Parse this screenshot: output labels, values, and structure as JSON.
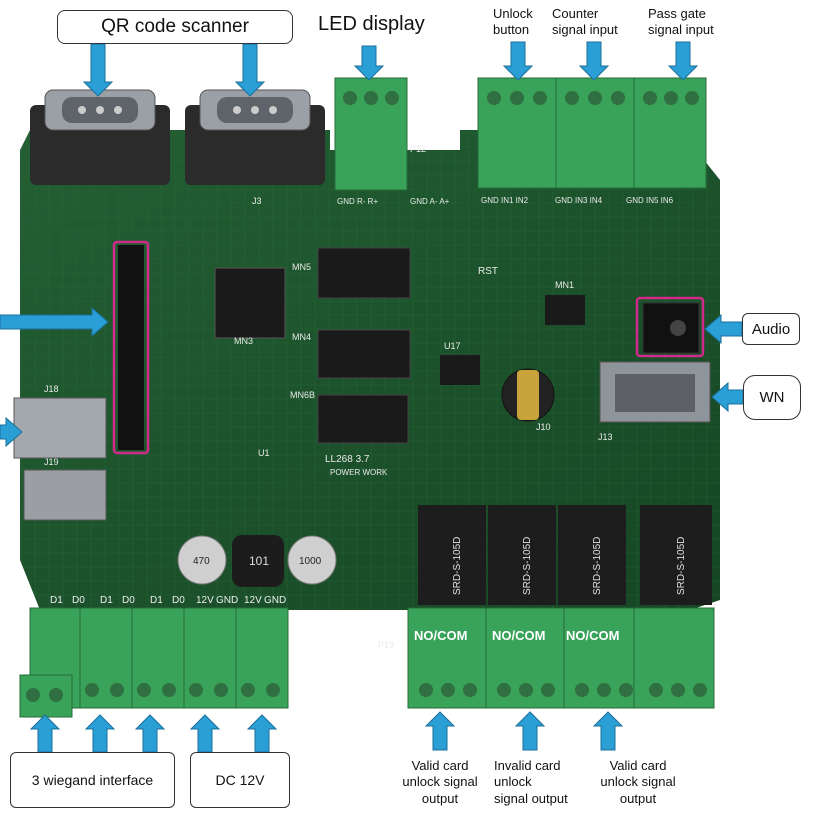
{
  "labels": {
    "qr": "QR code scanner",
    "led": "LED display",
    "unlock_button": "Unlock\nbutton",
    "counter_input": "Counter\nsignal input",
    "pass_gate": "Pass gate\nsignal input",
    "audio": "Audio",
    "wn": "WN",
    "wiegand": "3 wiegand interface",
    "dc12v": "DC 12V",
    "valid_card_1": "Valid card\nunlock signal\noutput",
    "invalid_card": "Invalid card\nunlock\nsignal output",
    "valid_card_2": "Valid card\nunlock signal\noutput"
  },
  "board": {
    "model": "LL268 3.7",
    "power_work": "POWER WORK",
    "relay_contacts": [
      "NO/COM",
      "NO/COM",
      "NO/COM"
    ],
    "relay_part": "SRD-S-105D",
    "terminal_tags": [
      "D1",
      "D0",
      "D1",
      "D0",
      "D1",
      "D0",
      "12V",
      "GND",
      "12V",
      "GND"
    ],
    "input_tags": [
      "GND IN1 IN2",
      "GND IN3 IN4",
      "GND IN5 IN6"
    ],
    "rs485_tags": "GND R- R+",
    "rs485_tags_2": "GND A- A+",
    "rst": "RST",
    "conn_j3": "J3",
    "conn_j13": "J13",
    "conn_p19": "P19",
    "conn_j19": "J19",
    "conn_j18": "J18",
    "conn_j10": "J10",
    "chip_mn5": "MN5",
    "chip_mn4": "MN4",
    "chip_mn1": "MN1",
    "chip_mn3": "MN3",
    "chip_mn6b": "MN6B",
    "chip_u17": "U17",
    "chip_u1": "U1",
    "cap_1": "470",
    "cap_2": "1000",
    "inductor": "101",
    "p12": "P12"
  },
  "colors": {
    "pcb": "#1f5a2e",
    "pcb_dark": "#163f22",
    "terminal": "#3aa35a",
    "arrow": "#2a9fd6",
    "highlight": "#d22a8a",
    "relay": "#1d1d1d",
    "chip": "#1a1a1a"
  }
}
